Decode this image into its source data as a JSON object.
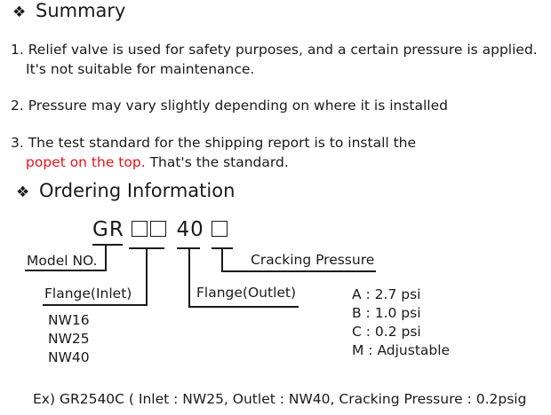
{
  "summary": {
    "bullet": "❖",
    "title": "Summary",
    "item1_line1": "1. Relief valve is used for safety purposes, and a certain pressure is applied.",
    "item1_line2": "It's not suitable for maintenance.",
    "item2": "2. Pressure may vary slightly depending on where it is installed",
    "item3_line1": "3. The test standard for the shipping report is to install the",
    "item3_red": "popet on the top.",
    "item3_tail": " That's the standard."
  },
  "ordering": {
    "bullet": "❖",
    "title": "Ordering Information",
    "code_prefix": "GR",
    "code_number": "40",
    "model_label": "Model NO.",
    "cracking_label": "Cracking Pressure",
    "flange_inlet_label": "Flange(Inlet)",
    "flange_outlet_label": "Flange(Outlet)",
    "inlet_options": [
      "NW16",
      "NW25",
      "NW40"
    ],
    "pressure_options": [
      "A : 2.7 psi",
      "B : 1.0 psi",
      "C : 0.2 psi",
      "M : Adjustable"
    ],
    "example": "Ex) GR2540C ( Inlet : NW25, Outlet : NW40, Cracking Pressure : 0.2psig"
  }
}
